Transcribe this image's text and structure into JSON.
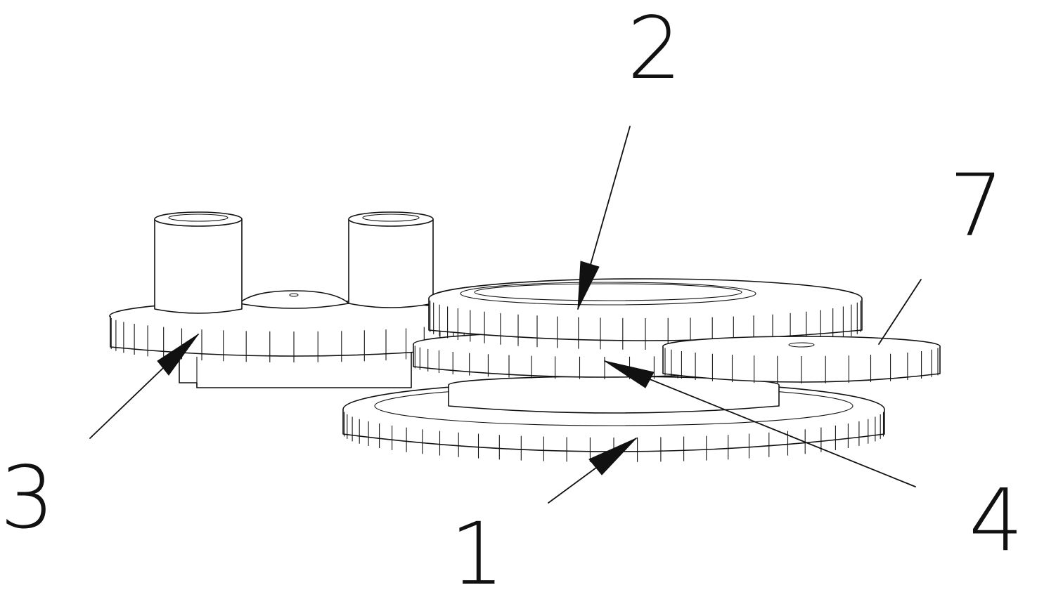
{
  "callouts": {
    "one": "1",
    "two": "2",
    "three": "3",
    "four": "4",
    "seven": "7"
  },
  "colors": {
    "line": "#111111",
    "background": "#ffffff"
  }
}
